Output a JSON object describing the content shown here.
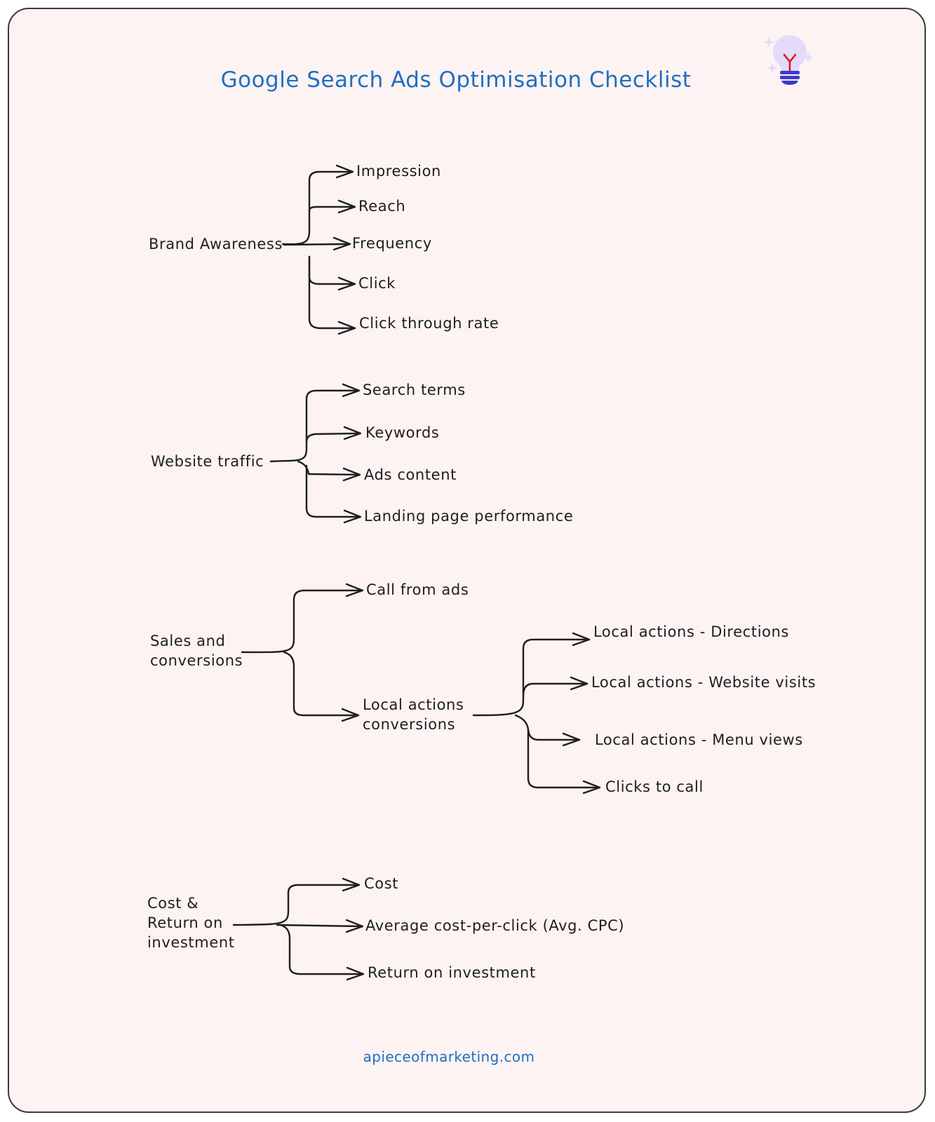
{
  "title": "Google Search Ads Optimisation Checklist",
  "footer": "apieceofmarketing.com",
  "icon": "lightbulb-icon",
  "colors": {
    "title": "#1f6fc2",
    "text": "#1e1e1e",
    "background": "#fdf3f3",
    "bulb": "#e4dafc",
    "bulb_base": "#3b3bcc",
    "filament": "#d81b1b"
  },
  "groups": [
    {
      "label": [
        "Brand Awareness"
      ],
      "children": [
        "Impression",
        "Reach",
        "Frequency",
        "Click",
        "Click through rate"
      ]
    },
    {
      "label": [
        "Website traffic"
      ],
      "children": [
        "Search terms",
        "Keywords",
        "Ads content",
        "Landing page performance"
      ]
    },
    {
      "label": [
        "Sales and",
        "conversions"
      ],
      "children": [
        "Call from ads",
        "Local actions conversions"
      ]
    },
    {
      "label": [
        "Local actions",
        "conversions"
      ],
      "children": [
        "Local actions - Directions",
        "Local actions - Website visits",
        "Local actions - Menu views",
        "Clicks to call"
      ]
    },
    {
      "label": [
        "Cost &",
        "Return on",
        "investment"
      ],
      "children": [
        "Cost",
        "Average cost-per-click (Avg. CPC)",
        "Return on investment"
      ]
    }
  ]
}
